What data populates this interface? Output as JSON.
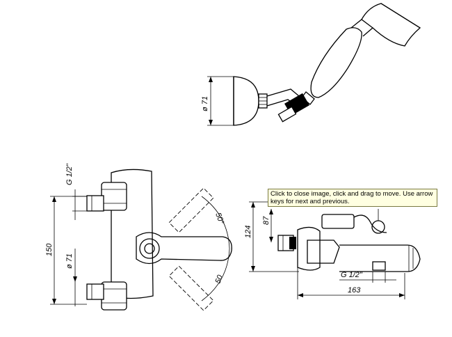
{
  "drawing": {
    "dimensions": {
      "head_diameter": "ø 71",
      "inlet_thread_left": "G 1/2\"",
      "centre_distance": "150",
      "escutcheon_diameter": "ø 71",
      "lever_angle_top": "50°",
      "lever_angle_bottom": "50",
      "height_total": "124",
      "height_to_axis": "87",
      "outlet_thread": "G 1/2\"",
      "spout_length": "163"
    }
  },
  "tooltip": {
    "text": "Click to close image, click and drag to move. Use arrow keys for next and previous."
  }
}
